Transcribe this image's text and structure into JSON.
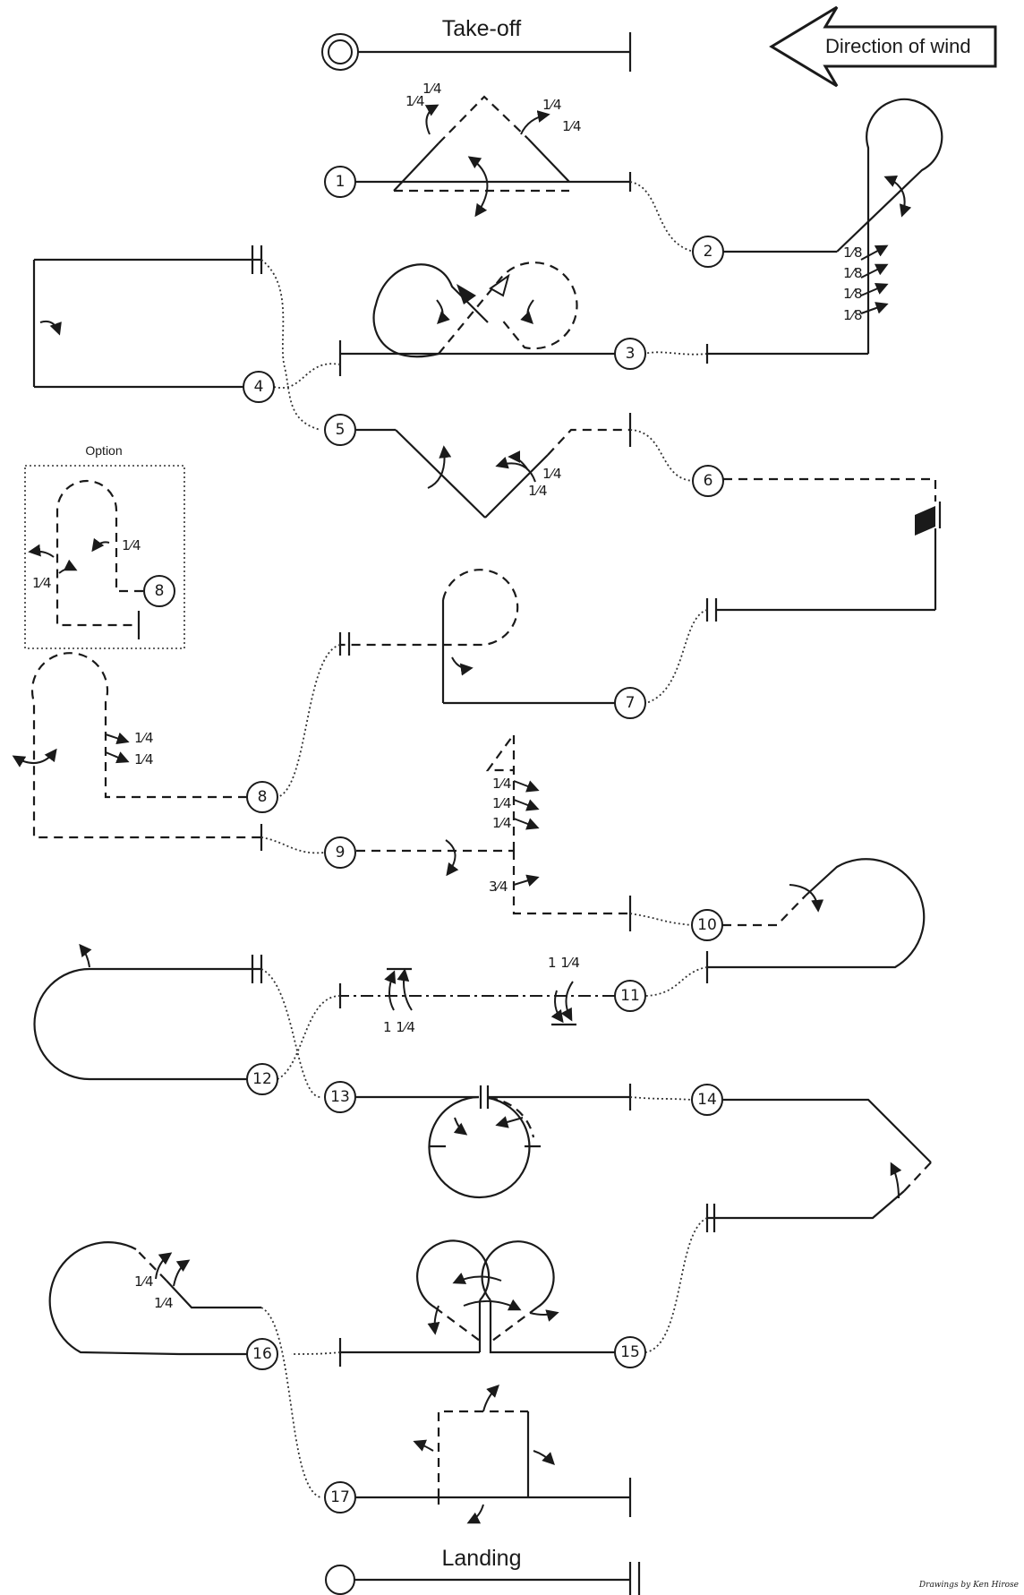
{
  "labels": {
    "takeoff": "Take-off",
    "landing": "Landing",
    "wind": "Direction of wind",
    "option": "Option",
    "credit": "Drawings by Ken Hirose"
  },
  "maneuvers": [
    "1",
    "2",
    "3",
    "4",
    "5",
    "6",
    "7",
    "8",
    "9",
    "10",
    "11",
    "12",
    "13",
    "14",
    "15",
    "16",
    "17"
  ],
  "option_maneuver": "8",
  "fractions": {
    "quarter": "1⁄4",
    "eighth": "1⁄8",
    "three_quarter": "3⁄4",
    "one_and_quarter": "1 1⁄4"
  }
}
